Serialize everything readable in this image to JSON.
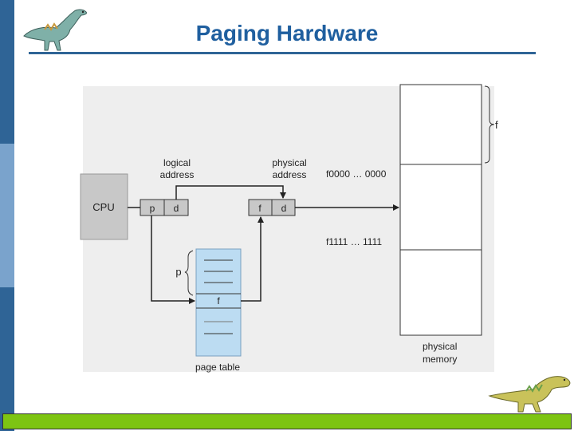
{
  "slide": {
    "title": "Paging Hardware"
  },
  "diagram": {
    "cpu_label": "CPU",
    "logical_address_line1": "logical",
    "logical_address_line2": "address",
    "physical_address_line1": "physical",
    "physical_address_line2": "address",
    "logical_p": "p",
    "logical_d": "d",
    "physical_f": "f",
    "physical_d": "d",
    "frame_start_label": "f0000 … 0000",
    "frame_end_label": "f1111 … 1111",
    "page_index_label": "p",
    "page_table_entry": "f",
    "page_table_label": "page table",
    "physical_memory_line1": "physical",
    "physical_memory_line2": "memory",
    "frame_brace_label": "f"
  },
  "colors": {
    "accent": "#1f5f9f",
    "sidebar": "#2f6496",
    "footer": "#7dc412",
    "panel": "#eeeeee",
    "page_table": "#bcdcf2",
    "cpu_box": "#c8c8c8"
  },
  "decorations": [
    "dinosaur-logo-top-left",
    "dinosaur-logo-bottom-right"
  ]
}
